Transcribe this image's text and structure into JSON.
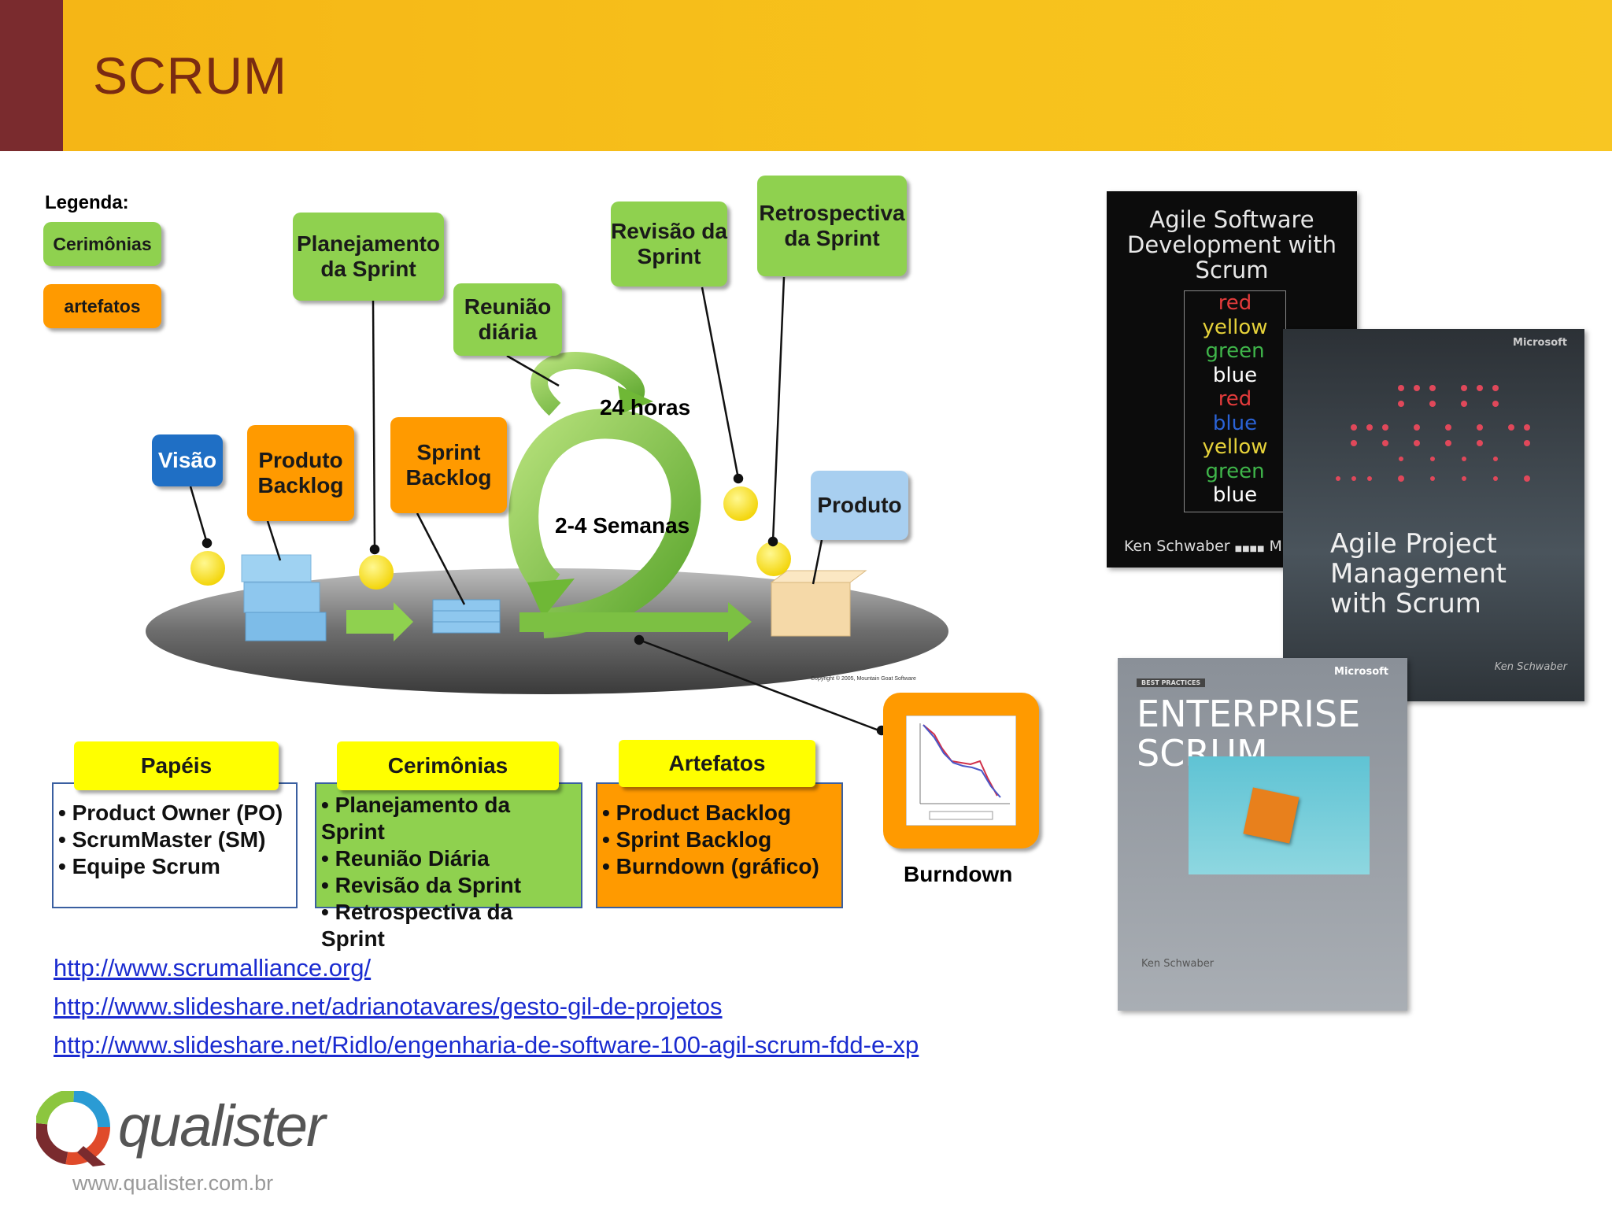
{
  "header": {
    "title": "SCRUM"
  },
  "legend": {
    "title": "Legenda:",
    "ceremonies": "Cerimônias",
    "artifacts": "artefatos"
  },
  "diagram": {
    "planning": "Planejamento da Sprint",
    "daily": "Reunião diária",
    "review": "Revisão da Sprint",
    "retro": "Retrospectiva da Sprint",
    "vision": "Visão",
    "product_backlog": "Produto Backlog",
    "sprint_backlog": "Sprint Backlog",
    "product": "Produto",
    "hours": "24 horas",
    "weeks": "2-4 Semanas",
    "burndown": "Burndown",
    "copyright": "Copyright © 2005, Mountain Goat Software"
  },
  "roles": {
    "title": "Papéis",
    "items": [
      "Product Owner (PO)",
      "ScrumMaster (SM)",
      "Equipe Scrum"
    ]
  },
  "ceremonies": {
    "title": "Cerimônias",
    "items": [
      "Planejamento da Sprint",
      "Reunião Diária",
      "Revisão da Sprint",
      "Retrospectiva da Sprint"
    ]
  },
  "artifacts": {
    "title": "Artefatos",
    "items": [
      "Product Backlog",
      "Sprint Backlog",
      "Burndown (gráfico)"
    ]
  },
  "links": [
    "http://www.scrumalliance.org/",
    "http://www.slideshare.net/adrianotavares/gesto-gil-de-projetos",
    "http://www.slideshare.net/Ridlo/engenharia-de-software-100-agil-scrum-fdd-e-xp"
  ],
  "books": {
    "book1": {
      "title": "Agile Software Development with Scrum",
      "authors": "Ken Schwaber",
      "authors_suffix": "Mik",
      "colors": [
        "red",
        "yellow",
        "green",
        "blue",
        "red",
        "blue",
        "yellow",
        "green",
        "blue"
      ],
      "color_hex": [
        "#e23b3b",
        "#e6d23a",
        "#3fb54a",
        "#ffffff",
        "#e23b3b",
        "#2b63d6",
        "#e6d23a",
        "#3fb54a",
        "#ffffff"
      ]
    },
    "book2": {
      "publisher": "Microsoft",
      "title": "Agile Project Management with Scrum",
      "author": "Ken Schwaber"
    },
    "book3": {
      "publisher": "Microsoft",
      "series": "BEST PRACTICES",
      "title": "ENTERPRISE SCRUM",
      "author": "Ken Schwaber"
    }
  },
  "footer": {
    "brand": "qualister",
    "website": "www.qualister.com.br"
  }
}
